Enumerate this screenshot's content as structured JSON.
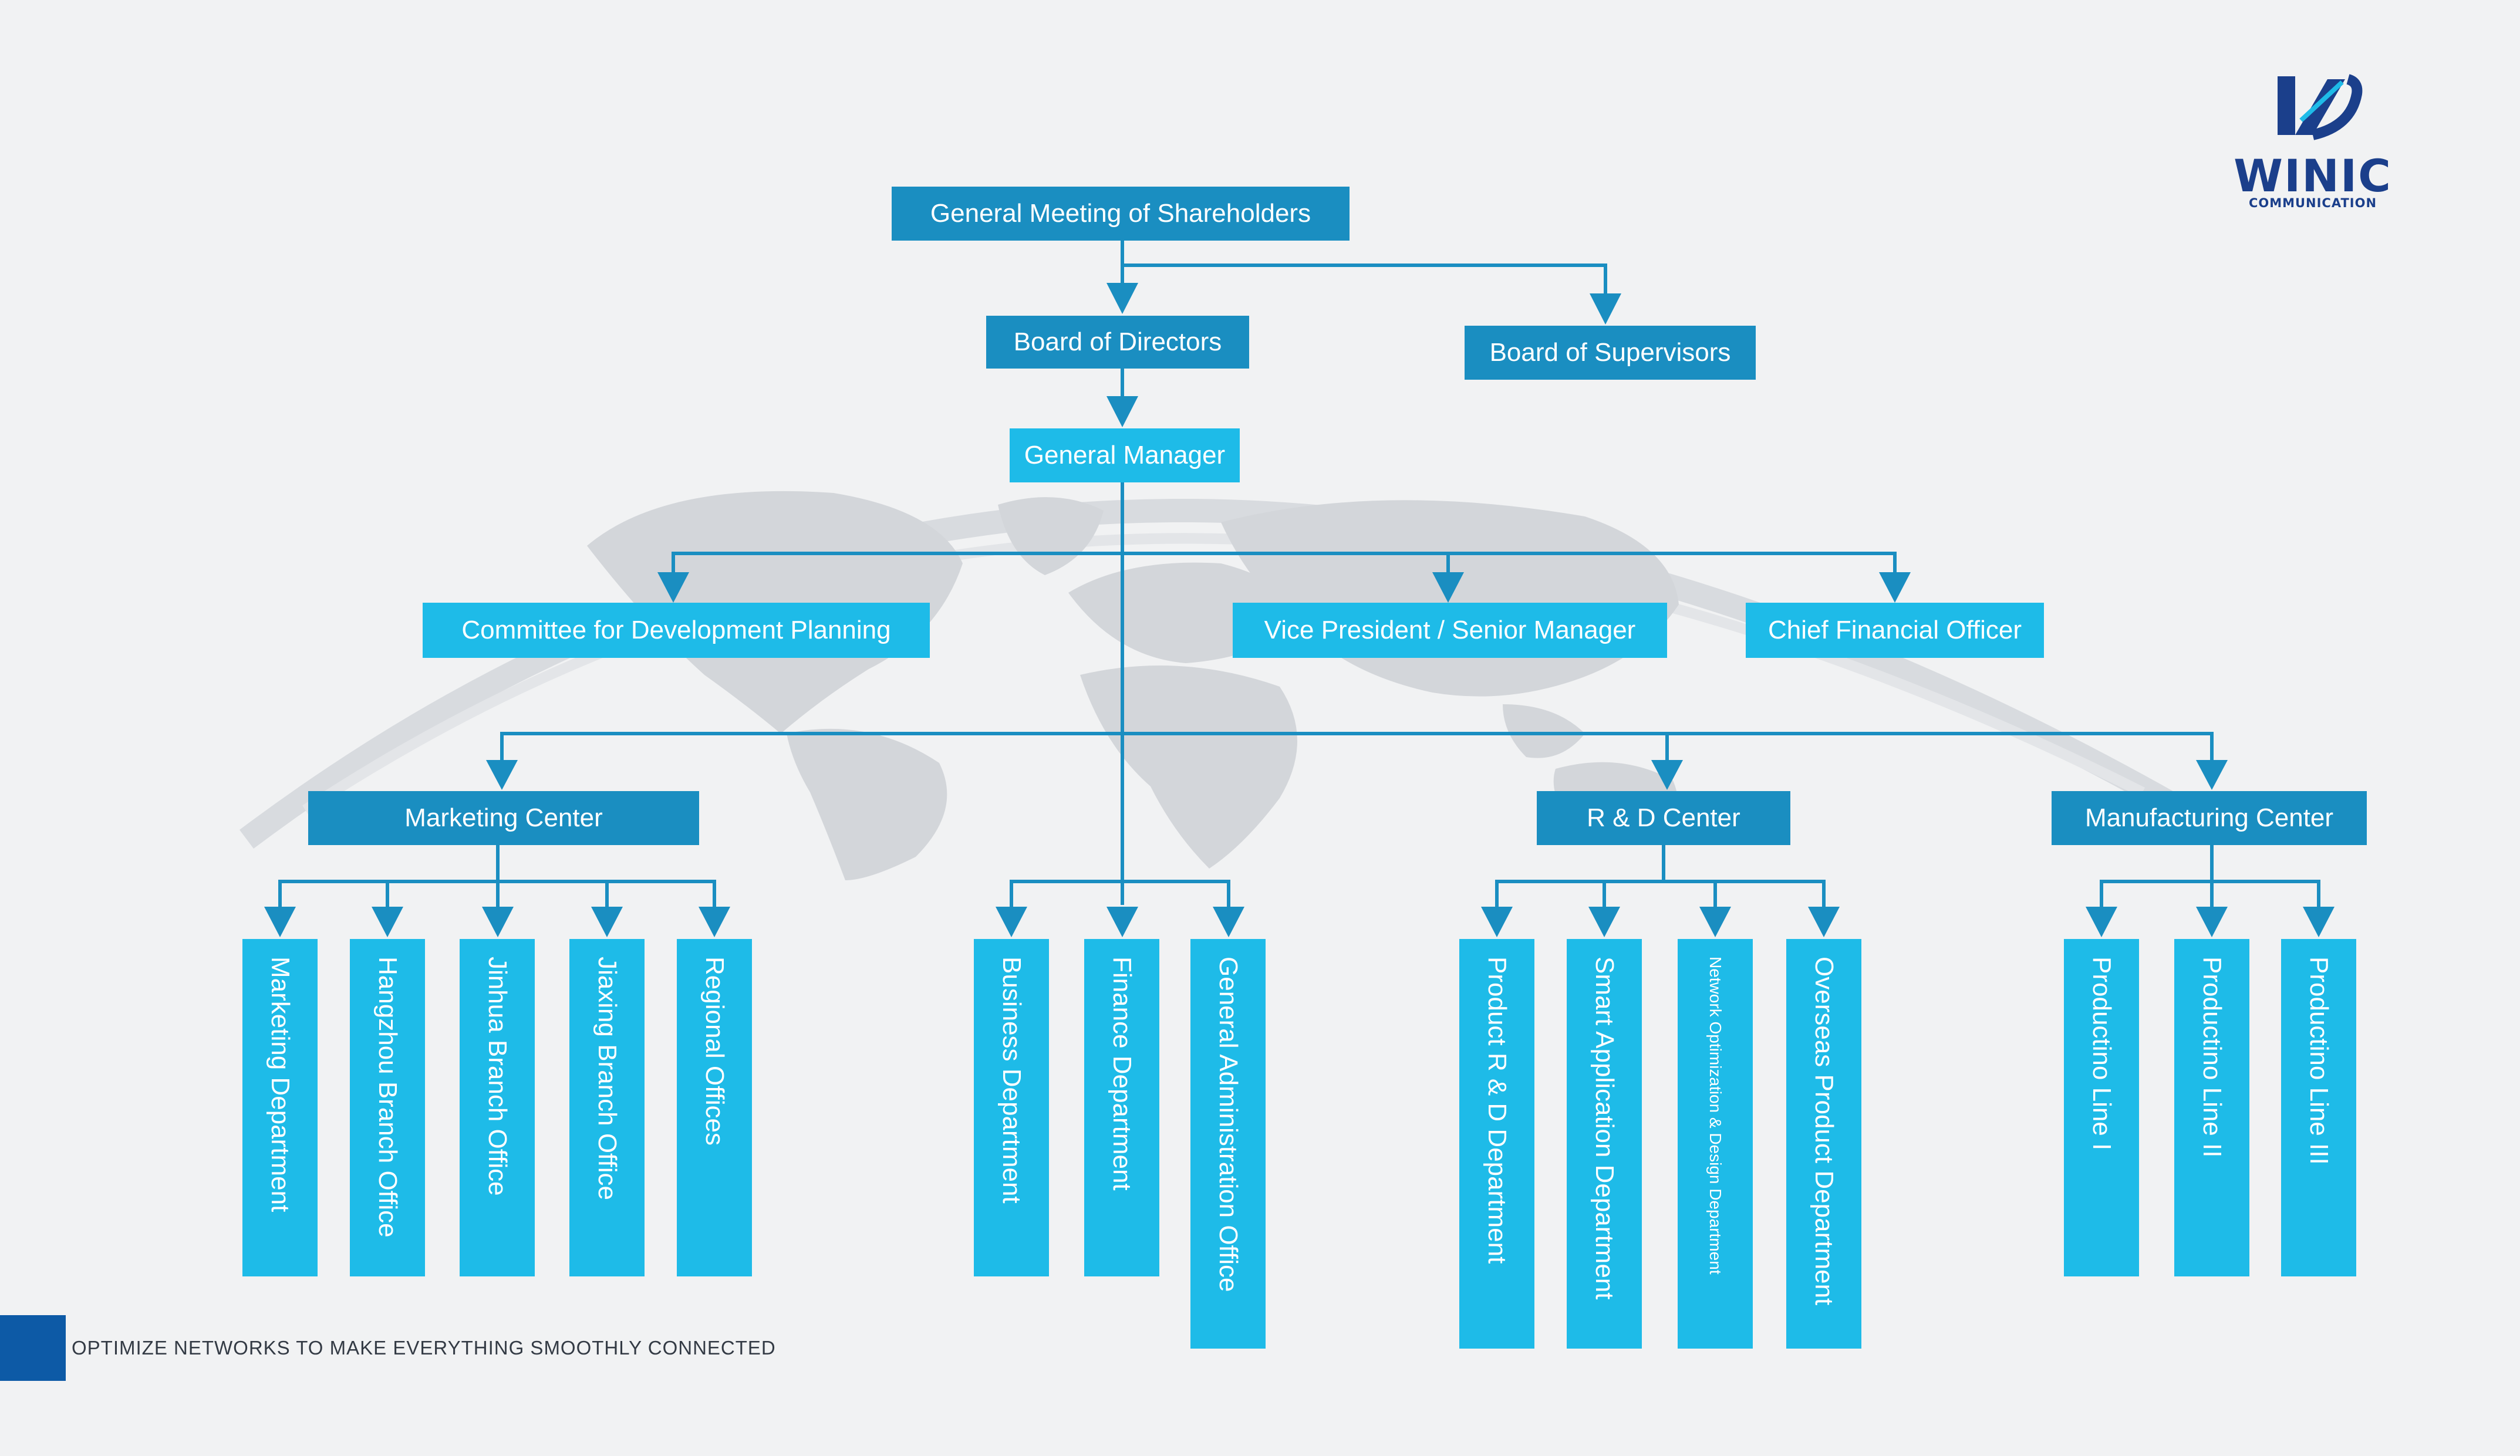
{
  "brand": {
    "name": "WINIC",
    "subtitle": "COMMUNICATION",
    "color": "#1b3f8b"
  },
  "colors": {
    "dark_box": "#1a8ec1",
    "light_box": "#1ebbe8",
    "connector": "#1a8ec1",
    "background": "#f1f2f3",
    "map": "#d3d6da",
    "footer_accent": "#0d5aa6"
  },
  "org": {
    "shareholders": "General Meeting of Shareholders",
    "board_directors": "Board of Directors",
    "board_supervisors": "Board of Supervisors",
    "general_manager": "General Manager",
    "committee": "Committee for Development Planning",
    "vice_president": "Vice President / Senior Manager",
    "cfo": "Chief Financial Officer",
    "marketing_center": "Marketing Center",
    "rd_center": "R & D Center",
    "manufacturing_center": "Manufacturing Center",
    "marketing_units": [
      "Marketing Department",
      "Hangzhou Branch Office",
      "Jinhua Branch Office",
      "Jiaxing Branch Office",
      "Regional Offices"
    ],
    "gm_units": [
      "Business Department",
      "Finance Department",
      "General Administration Office"
    ],
    "rd_units": [
      "Product R & D Department",
      "Smart Application Department",
      "Network Optimization & Design Department",
      "Overseas Product Department"
    ],
    "manufacturing_units": [
      "Productino Line I",
      "Productino Line II",
      "Productino Line III"
    ]
  },
  "footer": {
    "slogan": "OPTIMIZE NETWORKS TO MAKE EVERYTHING SMOOTHLY CONNECTED"
  }
}
